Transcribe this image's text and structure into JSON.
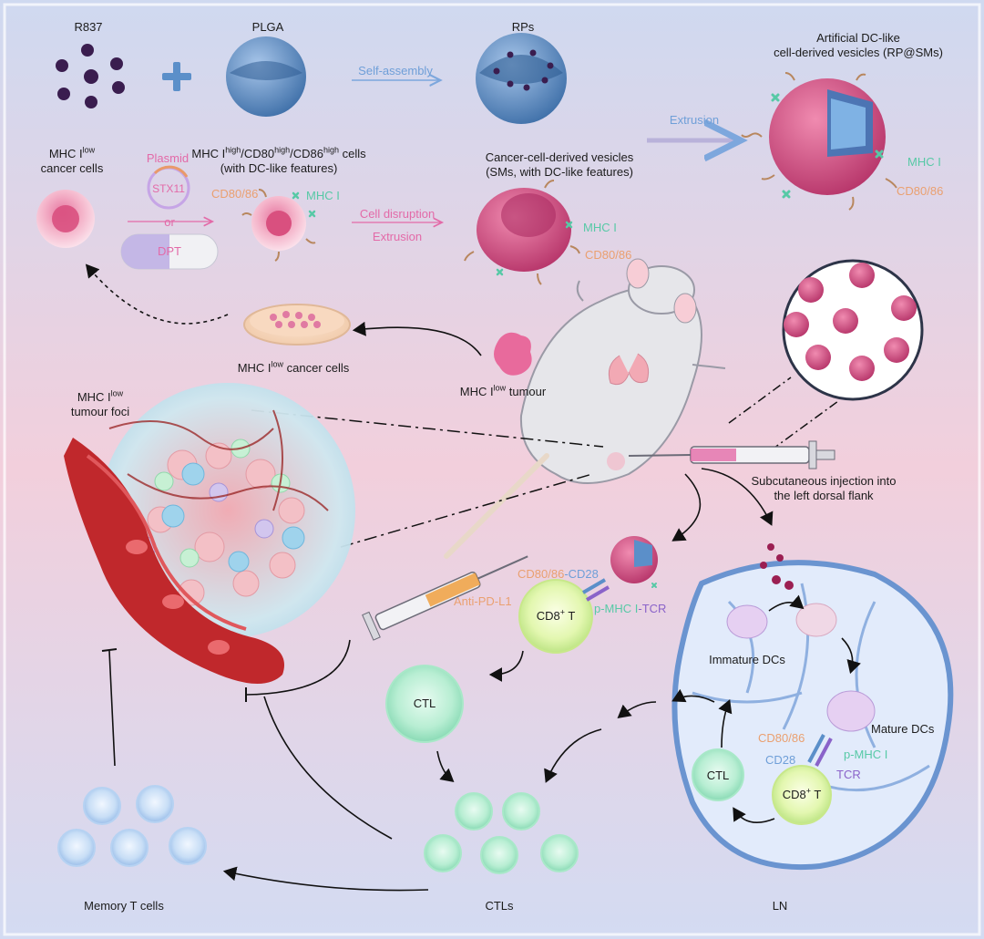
{
  "top_row": {
    "r837": "R837",
    "plga": "PLGA",
    "rps": "RPs",
    "self_assembly": "Self-assembly",
    "rp_sms_line1": "Artificial DC-like",
    "rp_sms_line2": "cell-derived vesicles (RP@SMs)",
    "extrusion_top": "Extrusion",
    "mhc_i_top": "MHC I",
    "cd80_86_top": "CD80/86"
  },
  "second_row": {
    "mhc_low_cells_a": "MHC I",
    "mhc_low_cells_sup": "low",
    "mhc_low_cells_b": "cancer cells",
    "plasmid": "Plasmid",
    "stx11": "STX11",
    "or": "or",
    "dpt": "DPT",
    "mhc_high_a": "MHC I",
    "mhc_high_sup1": "high",
    "mhc_high_b": "/CD80",
    "mhc_high_sup2": "high",
    "mhc_high_c": "/CD86",
    "mhc_high_sup3": "high",
    "mhc_high_d": " cells",
    "mhc_high_line2": "(with DC-like features)",
    "cd80_86_cell": "CD80/86",
    "mhc_i_cell": "MHC I",
    "cell_disruption": "Cell disruption",
    "extrusion_mid": "Extrusion",
    "vesicles_line1": "Cancer-cell-derived vesicles",
    "vesicles_line2": "(SMs, with DC-like features)",
    "mhc_i_sm": "MHC I",
    "cd80_86_sm": "CD80/86"
  },
  "middle": {
    "culture_a": "MHC I",
    "culture_sup": "low",
    "culture_b": " cancer cells",
    "tumour_a": "MHC I",
    "tumour_sup": "low",
    "tumour_b": " tumour",
    "foci_a": "MHC I",
    "foci_sup": "low",
    "foci_b": "tumour foci",
    "injection_line1": "Subcutaneous injection into",
    "injection_line2": "the left dorsal flank",
    "anti_pd_l1": "Anti-PD-L1",
    "cd80_86_cd28_a": "CD80/86",
    "cd80_86_cd28_b": "-CD28",
    "pmhc_tcr_a": "p-MHC I",
    "pmhc_tcr_b": "-TCR",
    "cd8_t": "CD8",
    "cd8_t_sup": "+",
    "cd8_t_b": " T"
  },
  "bottom": {
    "ctl": "CTL",
    "memory_t_cells": "Memory T cells",
    "ctls": "CTLs",
    "ln": "LN",
    "immature_dcs": "Immature DCs",
    "mature_dcs": "Mature DCs",
    "ln_cd80_86": "CD80/86",
    "ln_cd28": "CD28",
    "ln_pmhc": "p-MHC I",
    "ln_tcr": "TCR",
    "ln_ctl": "CTL",
    "ln_cd8": "CD8",
    "ln_cd8_sup": "+",
    "ln_cd8_b": " T"
  },
  "colors": {
    "vesicle_pink": "#d9507f",
    "plga_blue": "#5b8fc9",
    "ctl_green": "#8fe0b8",
    "memory_blue": "#a9cbef",
    "arrow_pink": "#e36aa8",
    "arrow_blue": "#7da7dd",
    "vessel_red": "#c0282c"
  }
}
